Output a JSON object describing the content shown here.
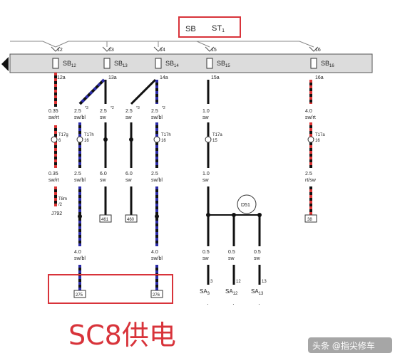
{
  "header_box": {
    "label_sb": "SB",
    "label_st": "ST",
    "label_st_sub": "1"
  },
  "bus": {
    "color": "#dcdcdc",
    "stroke": "#555555"
  },
  "fuses": [
    {
      "name": "SB",
      "sub": "12",
      "pin_top": "12",
      "pin_bot": "12a"
    },
    {
      "name": "SB",
      "sub": "13",
      "pin_top": "13",
      "pin_bot": "13a"
    },
    {
      "name": "SB",
      "sub": "14",
      "pin_top": "14",
      "pin_bot": "14a"
    },
    {
      "name": "SB",
      "sub": "15",
      "pin_top": "15",
      "pin_bot": "15a"
    },
    {
      "name": "SB",
      "sub": "16",
      "pin_top": "16",
      "pin_bot": "16a"
    }
  ],
  "wires": {
    "w1": {
      "size1": "0.35",
      "col1": "sw/rt",
      "conn1": "T17g",
      "conn1_pin": "6",
      "size2": "0.35",
      "col2": "sw/rt",
      "conn2": "T8m",
      "conn2_pin": "/2",
      "end": "J792"
    },
    "w2": {
      "size1": "2.5",
      "note1": "*3",
      "col1": "sw/bl",
      "conn1": "T17h",
      "conn1_pin": "16",
      "size2": "2.5",
      "col2": "sw/bl",
      "size3": "4.0",
      "col3": "sw/bl",
      "end": "275"
    },
    "w3": {
      "size1": "2.5",
      "note1": "*2",
      "col1": "sw",
      "size2": "6.0",
      "col2": "sw",
      "end": "461"
    },
    "w4": {
      "size1": "2.5",
      "note1": "*3",
      "col1": "sw",
      "size2": "6.0",
      "col2": "sw",
      "end": "460"
    },
    "w5": {
      "size1": "2.5",
      "note1": "*2",
      "col1": "sw/bl",
      "conn1": "T17h",
      "conn1_pin": "16",
      "size2": "2.5",
      "col2": "sw/bl",
      "size3": "4.0",
      "col3": "sw/bl",
      "end": "276"
    },
    "w6": {
      "size1": "1.0",
      "col1": "sw",
      "conn1": "T17a",
      "conn1_pin": "15",
      "size2": "1.0",
      "col2": "sw"
    },
    "w7": {
      "size1": "4.0",
      "col1": "sw/rt",
      "conn1": "T17a",
      "conn1_pin": "16",
      "size2": "2.5",
      "col2": "rt/sw",
      "end": "38"
    }
  },
  "splice": {
    "label": "D51"
  },
  "branches": [
    {
      "size": "0.5",
      "col": "sw",
      "pin": "3",
      "name": "SA",
      "sub": "3"
    },
    {
      "size": "0.5",
      "col": "sw",
      "pin": "12",
      "name": "SA",
      "sub": "12"
    },
    {
      "size": "0.5",
      "col": "sw",
      "pin": "13",
      "name": "SA",
      "sub": "13"
    }
  ],
  "annotation": {
    "text": "SC8供电",
    "color": "#d8333a"
  },
  "watermark": {
    "text": "头条 @指尖修车"
  },
  "colors": {
    "black": "#111111",
    "red": "#d33",
    "blue": "#2a2aa8",
    "box": "#d8333a"
  }
}
